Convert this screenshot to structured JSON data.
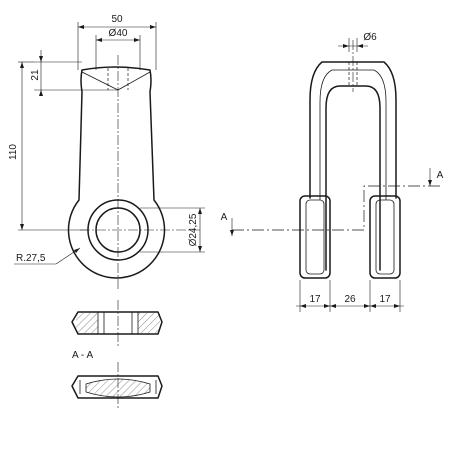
{
  "dimensions": {
    "overall_width": "50",
    "head_diameter": "Ø40",
    "head_height": "21",
    "total_length": "110",
    "bore_radius": "R.27,5",
    "bore_diameter": "Ø24,25",
    "pin_diameter": "Ø6",
    "fork_left": "17",
    "fork_gap": "26",
    "fork_right": "17"
  },
  "labels": {
    "section_mark_left": "A",
    "section_mark_right": "A",
    "section_title": "A - A"
  }
}
